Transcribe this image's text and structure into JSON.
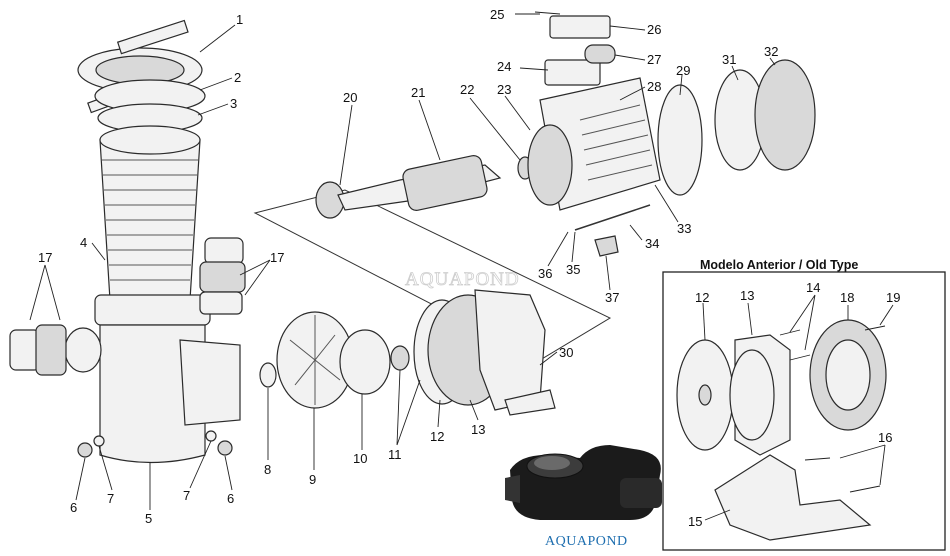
{
  "watermark": "AQUAPOND",
  "brand_label": "AQUAPOND",
  "old_type_box": {
    "title": "Modelo Anterior / Old Type",
    "labels": [
      "12",
      "13",
      "14",
      "18",
      "19",
      "16",
      "15"
    ]
  },
  "callouts": [
    "1",
    "2",
    "3",
    "4",
    "5",
    "6",
    "6",
    "7",
    "7",
    "8",
    "9",
    "10",
    "11",
    "12",
    "13",
    "17",
    "17",
    "20",
    "21",
    "22",
    "23",
    "24",
    "25",
    "26",
    "27",
    "28",
    "29",
    "30",
    "31",
    "32",
    "33",
    "34",
    "35",
    "36",
    "37"
  ],
  "colors": {
    "line": "#2b2b2b",
    "brand": "#1f6fb0",
    "fill": "#f2f2f2"
  }
}
